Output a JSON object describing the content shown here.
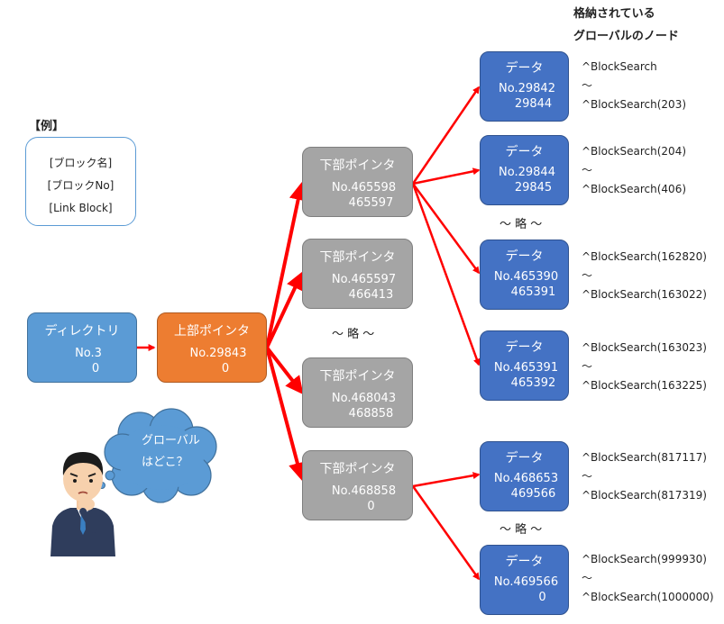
{
  "header": {
    "line1": "格納されている",
    "line2": "グローバルのノード"
  },
  "legend": {
    "title": "【例】",
    "line1": "[ブロック名]",
    "line2": "[ブロックNo]",
    "line3": "[Link Block]"
  },
  "directory": {
    "name": "ディレクトリ",
    "no": "No.3",
    "link": "0"
  },
  "upper": {
    "name": "上部ポインタ",
    "no": "No.29843",
    "link": "0"
  },
  "lower": [
    {
      "name": "下部ポインタ",
      "no": "No.465598",
      "link": "465597"
    },
    {
      "name": "下部ポインタ",
      "no": "No.465597",
      "link": "466413"
    },
    {
      "name": "下部ポインタ",
      "no": "No.468043",
      "link": "468858"
    },
    {
      "name": "下部ポインタ",
      "no": "No.468858",
      "link": "0"
    }
  ],
  "data_nodes": [
    {
      "name": "データ",
      "no": "No.29842",
      "link": "29844",
      "range_start": "^BlockSearch",
      "range_sep": "〜",
      "range_end": "^BlockSearch(203)"
    },
    {
      "name": "データ",
      "no": "No.29844",
      "link": "29845",
      "range_start": "^BlockSearch(204)",
      "range_sep": "〜",
      "range_end": "^BlockSearch(406)"
    },
    {
      "name": "データ",
      "no": "No.465390",
      "link": "465391",
      "range_start": "^BlockSearch(162820)",
      "range_sep": "〜",
      "range_end": "^BlockSearch(163022)"
    },
    {
      "name": "データ",
      "no": "No.465391",
      "link": "465392",
      "range_start": "^BlockSearch(163023)",
      "range_sep": "〜",
      "range_end": "^BlockSearch(163225)"
    },
    {
      "name": "データ",
      "no": "No.468653",
      "link": "469566",
      "range_start": "^BlockSearch(817117)",
      "range_sep": "〜",
      "range_end": "^BlockSearch(817319)"
    },
    {
      "name": "データ",
      "no": "No.469566",
      "link": "0",
      "range_start": "^BlockSearch(999930)",
      "range_sep": "〜",
      "range_end": "^BlockSearch(1000000)"
    }
  ],
  "omitted": [
    "〜 略 〜",
    "〜 略 〜",
    "〜 略 〜"
  ],
  "bubble": {
    "line1": "グローバル",
    "line2": "はどこ？"
  },
  "colors": {
    "arrow": "#ff0000",
    "directory": "#5b9bd5",
    "upper_pointer": "#ed7d31",
    "lower_pointer": "#a5a5a5",
    "data": "#4472c4",
    "cloud": "#5b9bd5"
  }
}
